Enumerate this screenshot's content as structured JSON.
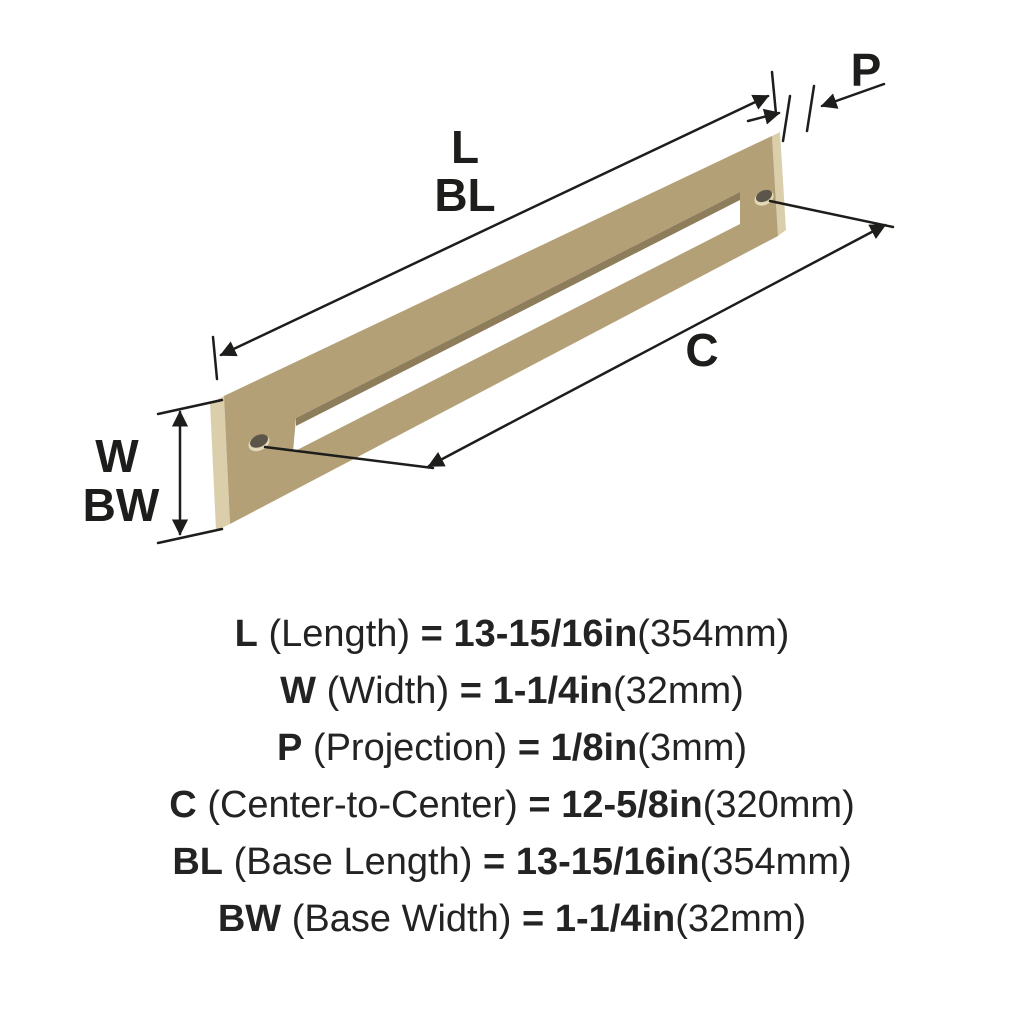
{
  "diagram": {
    "dimension_labels": {
      "length": "L",
      "base_length": "BL",
      "projection": "P",
      "center_to_center": "C",
      "width": "W",
      "base_width": "BW"
    },
    "colors": {
      "handle_face": "#b4a077",
      "handle_edge_light": "#dbcfab",
      "handle_inner_shadow": "#8d7d5a",
      "hole_dark": "#5c564a",
      "hole_rim": "#e3d9b8",
      "line": "#1d1d1b"
    }
  },
  "specs": [
    {
      "code": "L",
      "label": "(Length)",
      "equals": "=",
      "value": "13-15/16in",
      "metric": "(354mm)"
    },
    {
      "code": "W",
      "label": "(Width)",
      "equals": "=",
      "value": "1-1/4in",
      "metric": "(32mm)"
    },
    {
      "code": "P",
      "label": "(Projection)",
      "equals": "=",
      "value": "1/8in",
      "metric": "(3mm)"
    },
    {
      "code": "C",
      "label": "(Center-to-Center)",
      "equals": "=",
      "value": "12-5/8in",
      "metric": "(320mm)"
    },
    {
      "code": "BL",
      "label": "(Base Length)",
      "equals": "=",
      "value": "13-15/16in",
      "metric": "(354mm)"
    },
    {
      "code": "BW",
      "label": "(Base Width)",
      "equals": "=",
      "value": "1-1/4in",
      "metric": "(32mm)"
    }
  ]
}
